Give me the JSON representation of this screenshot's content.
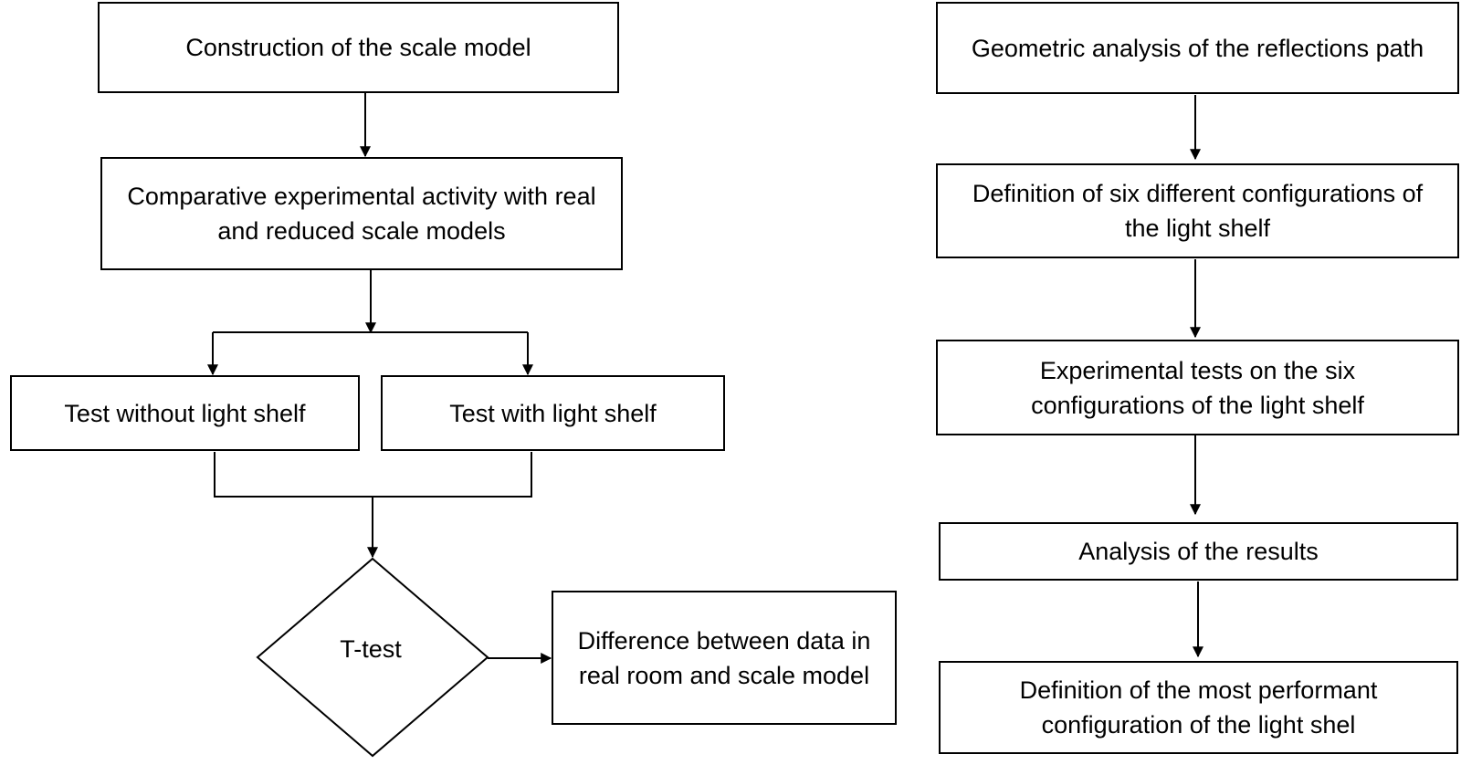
{
  "left_flow": {
    "construction": "Construction of the scale model",
    "comparative": "Comparative experimental activity with real and reduced scale models",
    "test_without": "Test without light shelf",
    "test_with": "Test with light shelf",
    "t_test": "T-test",
    "difference": "Difference between data in real room and scale model"
  },
  "right_flow": {
    "geometric": "Geometric analysis of the reflections path",
    "definition_six": "Definition of six different configurations of the light shelf",
    "experimental_tests": "Experimental tests on the six configurations of the light shelf",
    "analysis": "Analysis of the results",
    "most_performant": "Definition of the most performant configuration of the light shel"
  }
}
